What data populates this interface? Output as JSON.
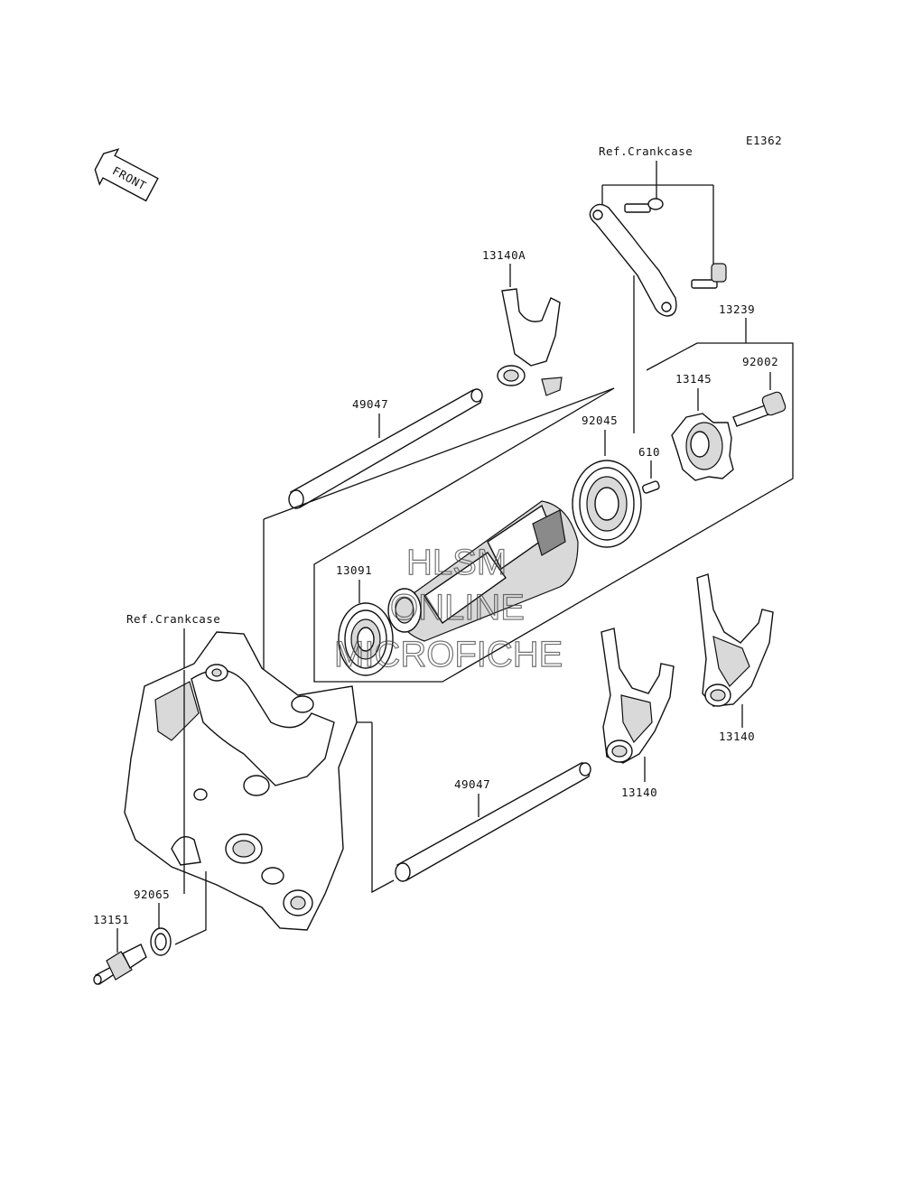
{
  "diagram_code": "E1362",
  "front_arrow_label": "FRONT",
  "ref_labels": [
    "Ref.Crankcase",
    "Ref.Crankcase"
  ],
  "part_labels": {
    "p13140A": "13140A",
    "p49047_top": "49047",
    "p13239": "13239",
    "p92002": "92002",
    "p13145": "13145",
    "p92045": "92045",
    "p610": "610",
    "p13091": "13091",
    "p13140_right": "13140",
    "p13140_mid": "13140",
    "p49047_bottom": "49047",
    "p92065": "92065",
    "p13151": "13151"
  },
  "watermark": [
    "HLSM",
    "ONLINE",
    "MICROFICHE"
  ]
}
